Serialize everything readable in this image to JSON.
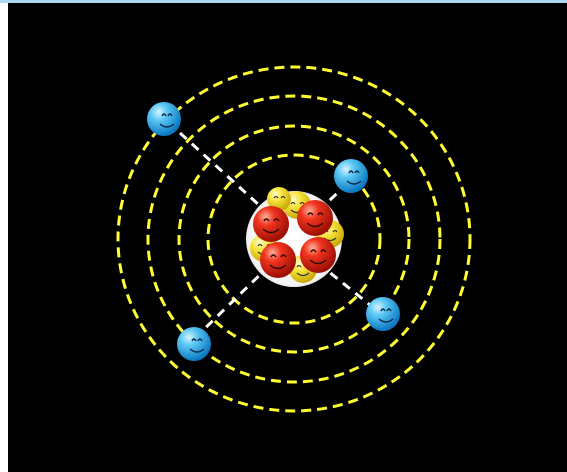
{
  "diagram": {
    "subject": "atom",
    "background_color": "#000000",
    "border_color": "#a9d8ef",
    "orbit_color": "#ffff33",
    "axis_line_color": "#ffffff",
    "electron_color": "#33b5ee",
    "proton_color": "#e8271a",
    "neutron_color": "#f7e63a",
    "orbit_count": 4,
    "electron_count": 4,
    "proton_count": 4,
    "neutron_count": 5
  }
}
